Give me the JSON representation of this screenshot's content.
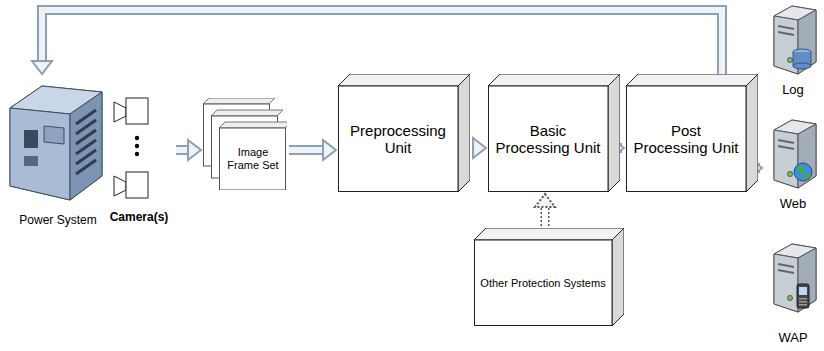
{
  "diagram": {
    "nodes": [
      {
        "text": [
          "Power System"
        ]
      },
      {
        "text": [
          "Camera(s)"
        ]
      },
      {
        "text": [
          "Image Frame Set"
        ]
      },
      {
        "text": [
          "Preprocessing Unit"
        ]
      },
      {
        "text": [
          "Basic Processing Unit"
        ]
      },
      {
        "text": [
          "Post Processing Unit"
        ]
      },
      {
        "text": [
          "Other Protection Systems"
        ]
      },
      {
        "text": [
          "Log"
        ]
      },
      {
        "text": [
          "Web"
        ]
      },
      {
        "text": [
          "WAP"
        ]
      }
    ],
    "edges": [
      {
        "from": 1,
        "to": 2,
        "arrow": "to"
      },
      {
        "from": 2,
        "to": 3,
        "arrow": "to"
      },
      {
        "from": 3,
        "to": 4,
        "arrow": "to"
      },
      {
        "from": 4,
        "to": 5,
        "arrow": "to"
      },
      {
        "from": 6,
        "to": 4,
        "arrow": "to"
      },
      {
        "from": 5,
        "to": 0,
        "arrow": "to"
      },
      {
        "from": 5,
        "to": 8,
        "arrow": "to"
      }
    ]
  }
}
